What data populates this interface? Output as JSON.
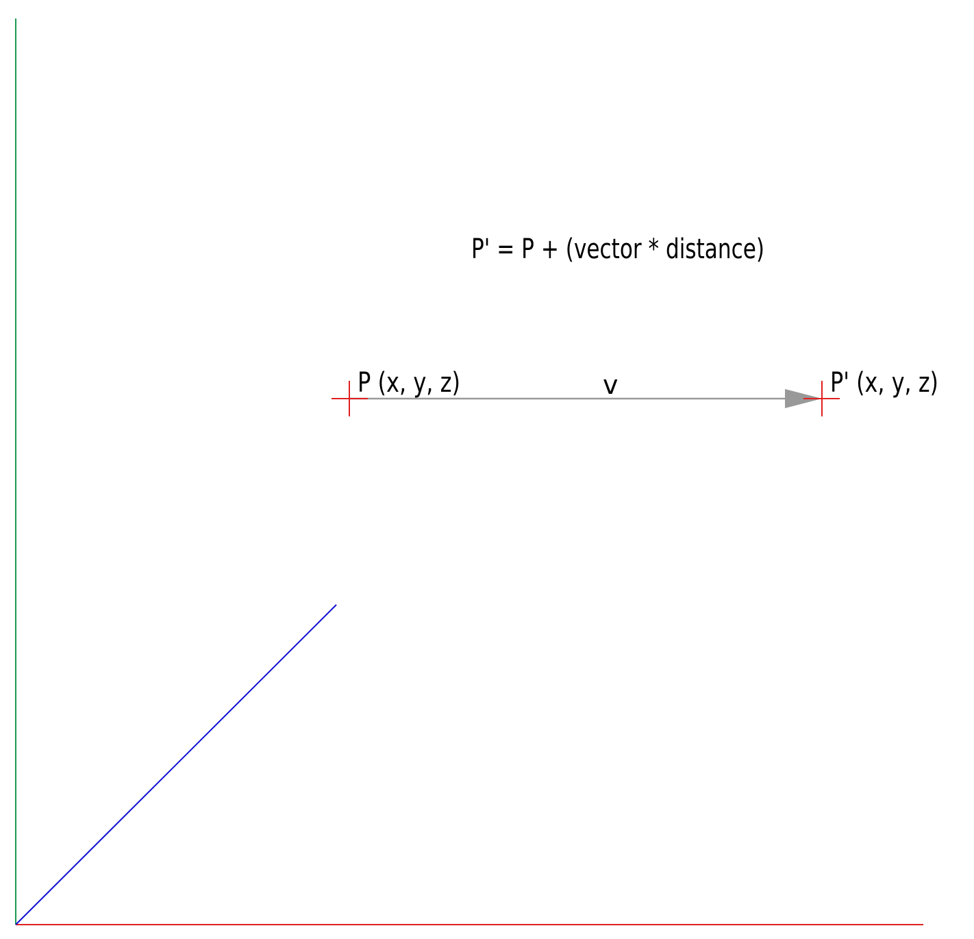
{
  "formula": "P' = P + (vector * distance)",
  "points": {
    "start": {
      "label": "P (x, y, z)"
    },
    "end": {
      "label": "P' (x, y, z)"
    }
  },
  "vector": {
    "label": "v"
  },
  "colors": {
    "x_axis": "#e02020",
    "y_axis": "#1a9850",
    "z_axis": "#1010d0",
    "vector": "#999999",
    "marker": "#e02020",
    "text": "#000000"
  }
}
